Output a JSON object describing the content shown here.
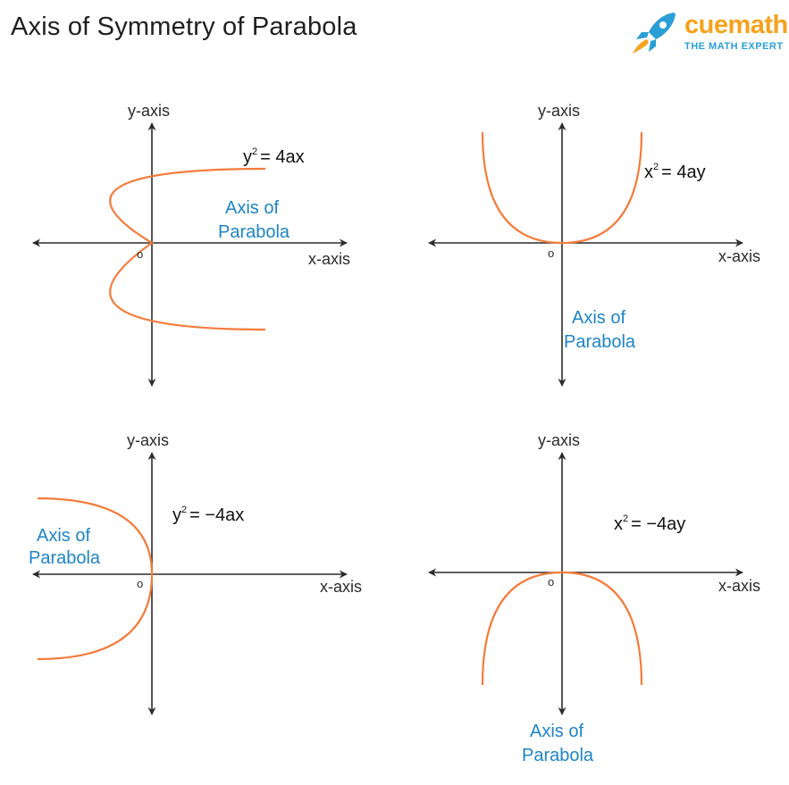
{
  "title": "Axis of Symmetry of Parabola",
  "brand": {
    "name": "cuemath",
    "tagline": "THE MATH EXPERT"
  },
  "colors": {
    "curve": "#f47c3c",
    "axis_label": "#1d84c6",
    "axes": "#2b2b2b",
    "brand_orange": "#f5a21b",
    "brand_blue": "#2a9fd6"
  },
  "panels": [
    {
      "y_label": "y-axis",
      "x_label": "x-axis",
      "origin": "o",
      "eq_var": "y",
      "eq_exp": "2",
      "eq_rhs": "= 4ax",
      "axis_label_1": "Axis of",
      "axis_label_2": "Parabola"
    },
    {
      "y_label": "y-axis",
      "x_label": "x-axis",
      "origin": "o",
      "eq_var": "x",
      "eq_exp": "2",
      "eq_rhs": "= 4ay",
      "axis_label_1": "Axis of",
      "axis_label_2": "Parabola"
    },
    {
      "y_label": "y-axis",
      "x_label": "x-axis",
      "origin": "o",
      "eq_var": "y",
      "eq_exp": "2",
      "eq_rhs": "= −4ax",
      "axis_label_1": "Axis of",
      "axis_label_2": "Parabola"
    },
    {
      "y_label": "y-axis",
      "x_label": "x-axis",
      "origin": "o",
      "eq_var": "x",
      "eq_exp": "2",
      "eq_rhs": "= −4ay",
      "axis_label_1": "Axis of",
      "axis_label_2": "Parabola"
    }
  ]
}
